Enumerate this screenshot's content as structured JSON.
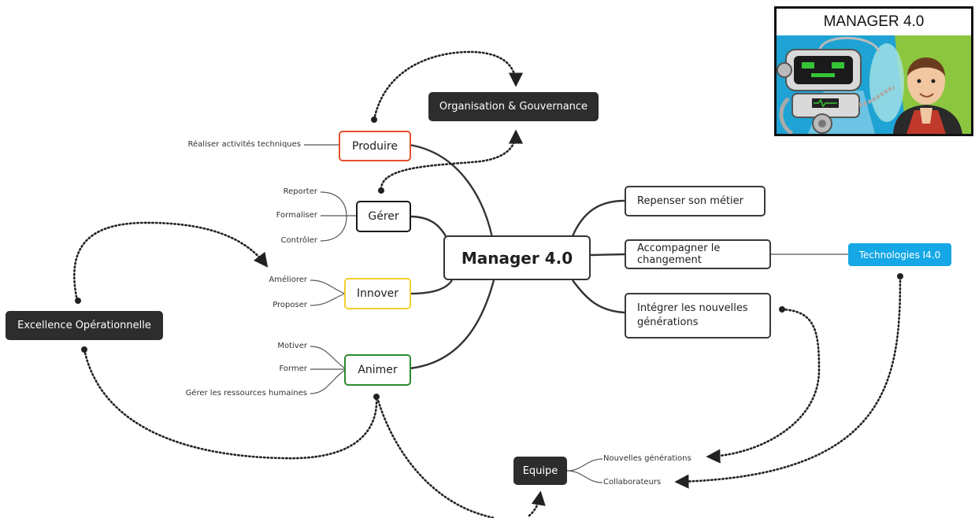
{
  "center": {
    "label": "Manager 4.0"
  },
  "branches": {
    "produire": {
      "label": "Produire",
      "color": "#e4502f",
      "leaves": [
        "Réaliser activités techniques"
      ]
    },
    "gerer": {
      "label": "Gérer",
      "color": "#1a1a1a",
      "leaves": [
        "Reporter",
        "Formaliser",
        "Contrôler"
      ]
    },
    "innover": {
      "label": "Innover",
      "color": "#f2cf2c",
      "leaves": [
        "Améliorer",
        "Proposer"
      ]
    },
    "animer": {
      "label": "Animer",
      "color": "#2e8a2e",
      "leaves": [
        "Motiver",
        "Former",
        "Gérer les ressources humaines"
      ]
    },
    "repenser": {
      "label": "Repenser son métier"
    },
    "accompagner": {
      "label": "Accompagner le changement"
    },
    "integrer": {
      "label_line1": "Intégrer les nouvelles",
      "label_line2": "générations"
    }
  },
  "floating": {
    "organisation": {
      "label": "Organisation & Gouvernance"
    },
    "excellence": {
      "label": "Excellence Opérationnelle"
    },
    "technologies": {
      "label": "Technologies I4.0",
      "color": "#15a7e6"
    },
    "equipe": {
      "label": "Equipe",
      "leaves": [
        "Nouvelles générations",
        "Collaborateurs"
      ]
    }
  },
  "thumbnail": {
    "title": "MANAGER 4.0"
  },
  "colors": {
    "dark_node": "#2d2d2d",
    "link": "#333333"
  }
}
